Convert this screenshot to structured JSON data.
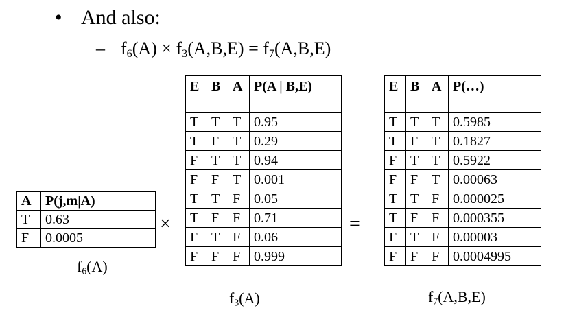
{
  "bullet": {
    "symbol": "•",
    "text": "And also:"
  },
  "equation": {
    "dash": "–",
    "lhs1": "f",
    "lhs1_sub": "6",
    "lhs1_args": "(A)",
    "times": "×",
    "lhs2": "f",
    "lhs2_sub": "3",
    "lhs2_args": "(A,B,E)",
    "equals": "=",
    "rhs": "f",
    "rhs_sub": "7",
    "rhs_args": "(A,B,E)"
  },
  "table_f6": {
    "headers": [
      "A",
      "P(j,m|A)"
    ],
    "rows": [
      [
        "T",
        "0.63"
      ],
      [
        "F",
        "0.0005"
      ]
    ],
    "caption": {
      "f": "f",
      "sub": "6",
      "args": "(A)"
    }
  },
  "op_times": "×",
  "table_f3": {
    "headers": [
      "E",
      "B",
      "A",
      "P(A | B,E)"
    ],
    "rows": [
      [
        "T",
        "T",
        "T",
        "0.95"
      ],
      [
        "T",
        "F",
        "T",
        "0.29"
      ],
      [
        "F",
        "T",
        "T",
        "0.94"
      ],
      [
        "F",
        "F",
        "T",
        "0.001"
      ],
      [
        "T",
        "T",
        "F",
        "0.05"
      ],
      [
        "T",
        "F",
        "F",
        "0.71"
      ],
      [
        "F",
        "T",
        "F",
        "0.06"
      ],
      [
        "F",
        "F",
        "F",
        "0.999"
      ]
    ],
    "caption": {
      "f": "f",
      "sub": "3",
      "args": "(A)"
    }
  },
  "op_equals": "=",
  "table_f7": {
    "headers": [
      "E",
      "B",
      "A",
      "P(…)"
    ],
    "rows": [
      [
        "T",
        "T",
        "T",
        "0.5985"
      ],
      [
        "T",
        "F",
        "T",
        "0.1827"
      ],
      [
        "F",
        "T",
        "T",
        "0.5922"
      ],
      [
        "F",
        "F",
        "T",
        "0.00063"
      ],
      [
        "T",
        "T",
        "F",
        "0.000025"
      ],
      [
        "T",
        "F",
        "F",
        "0.000355"
      ],
      [
        "F",
        "T",
        "F",
        "0.00003"
      ],
      [
        "F",
        "F",
        "F",
        "0.0004995"
      ]
    ],
    "caption": {
      "f": "f",
      "sub": "7",
      "args": "(A,B,E)"
    }
  }
}
